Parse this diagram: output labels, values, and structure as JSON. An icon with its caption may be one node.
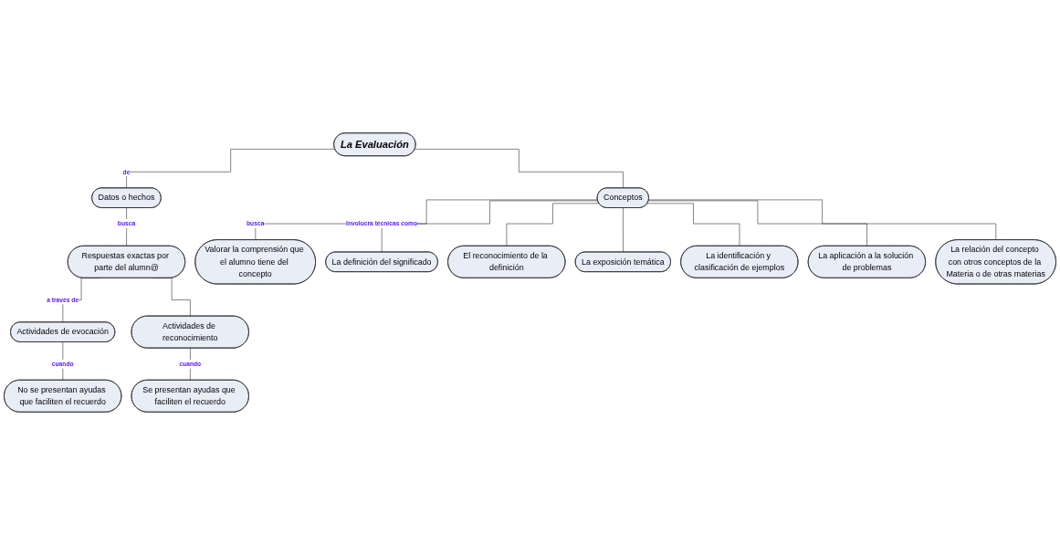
{
  "diagram": {
    "nodes": [
      {
        "text": [
          "La Evaluación"
        ]
      },
      {
        "text": [
          "Datos o hechos"
        ]
      },
      {
        "text": [
          "Conceptos"
        ]
      },
      {
        "text": [
          "Respuestas exactas por parte del alumn@"
        ]
      },
      {
        "text": [
          "Valorar la comprensión que el alumno tiene del concepto"
        ]
      },
      {
        "text": [
          "La definición del significado"
        ]
      },
      {
        "text": [
          "El reconocimiento de la definición"
        ]
      },
      {
        "text": [
          "La exposición temática"
        ]
      },
      {
        "text": [
          "La identificación y clasificación de ejemplos"
        ]
      },
      {
        "text": [
          "La aplicación a la solución de problemas"
        ]
      },
      {
        "text": [
          "La relación del concepto con otros conceptos de la Materia o de otras materias"
        ]
      },
      {
        "text": [
          "Actividades de evocación"
        ]
      },
      {
        "text": [
          "Actividades de reconocimiento"
        ]
      },
      {
        "text": [
          "No se presentan ayudas que faciliten el recuerdo"
        ]
      },
      {
        "text": [
          "Se presentan ayudas que faciliten el recuerdo"
        ]
      }
    ],
    "edges": [
      {
        "from": 0,
        "to": 1,
        "arrow": "none",
        "label": "de"
      },
      {
        "from": 0,
        "to": 2,
        "arrow": "none"
      },
      {
        "from": 1,
        "to": 3,
        "arrow": "none",
        "label": "busca"
      },
      {
        "from": 2,
        "to": 4,
        "arrow": "none",
        "label": "busca"
      },
      {
        "from": 2,
        "to": 5,
        "arrow": "none",
        "label": "Involucra técnicas como"
      },
      {
        "from": 2,
        "to": 6,
        "arrow": "none"
      },
      {
        "from": 2,
        "to": 7,
        "arrow": "none"
      },
      {
        "from": 2,
        "to": 8,
        "arrow": "none"
      },
      {
        "from": 2,
        "to": 9,
        "arrow": "none"
      },
      {
        "from": 2,
        "to": 10,
        "arrow": "none"
      },
      {
        "from": 3,
        "to": 11,
        "arrow": "none",
        "label": "a través de"
      },
      {
        "from": 3,
        "to": 12,
        "arrow": "none"
      },
      {
        "from": 11,
        "to": 13,
        "arrow": "none",
        "label": "cuando"
      },
      {
        "from": 12,
        "to": 14,
        "arrow": "none",
        "label": "cuando"
      }
    ]
  }
}
